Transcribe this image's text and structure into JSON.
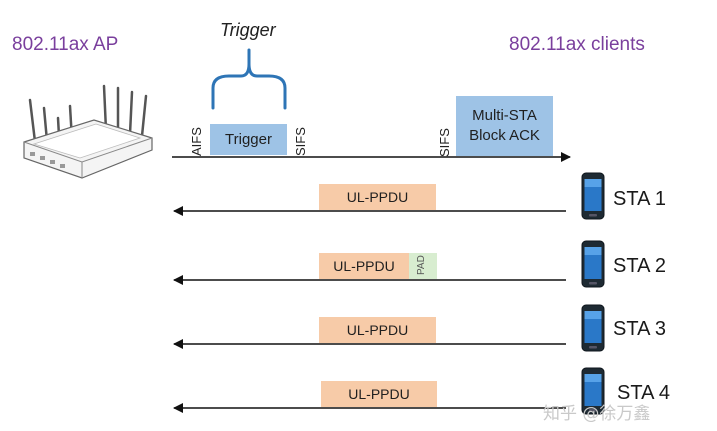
{
  "ap": {
    "label": "802.11ax AP"
  },
  "clients": {
    "label": "802.11ax clients"
  },
  "trigger": {
    "title": "Trigger",
    "box_label": "Trigger",
    "aifs_label": "AIFS",
    "sifs_label": "SIFS"
  },
  "ack": {
    "sifs_label": "SIFS",
    "line1": "Multi-STA",
    "line2": "Block ACK"
  },
  "stations": [
    {
      "name": "STA 1",
      "ppdu": "UL-PPDU"
    },
    {
      "name": "STA 2",
      "ppdu": "UL-PPDU",
      "pad": "PAD"
    },
    {
      "name": "STA 3",
      "ppdu": "UL-PPDU"
    },
    {
      "name": "STA 4",
      "ppdu": "UL-PPDU"
    }
  ],
  "watermark": "知乎 @徐万鑫",
  "colors": {
    "title_purple": "#7a3f9d",
    "trigger_blue": "#9ec3e6",
    "brace_blue": "#2e75b6",
    "ppdu_orange": "#f7cba8",
    "pad_green": "#d8edd0"
  }
}
